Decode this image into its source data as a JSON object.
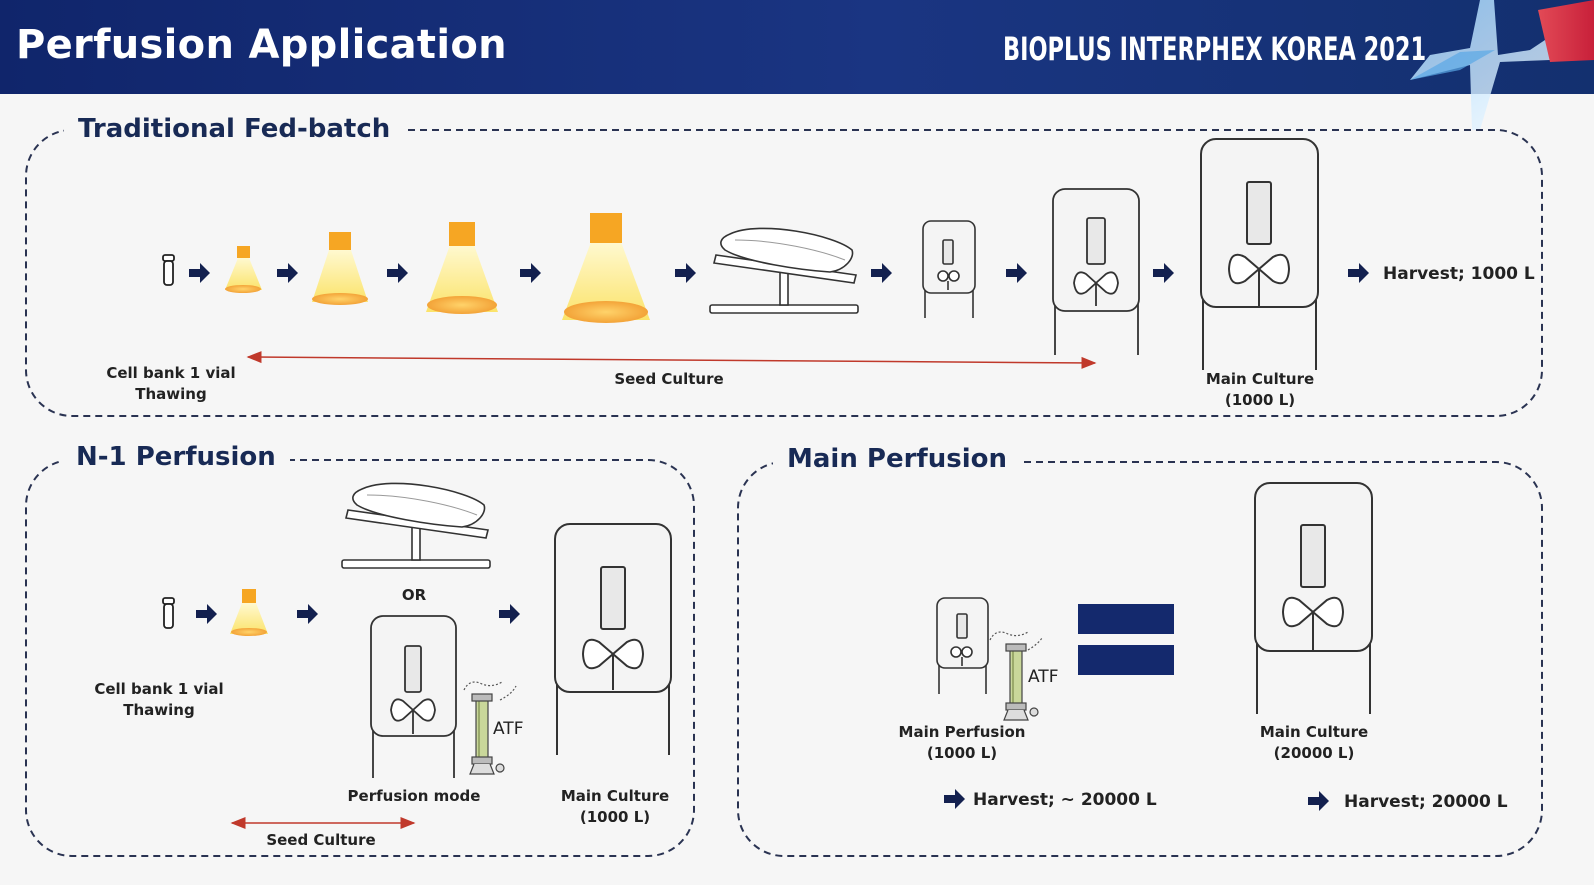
{
  "header": {
    "title": "Perfusion Application",
    "event": "BIOPLUS INTERPHEX KOREA 2021"
  },
  "fed_batch": {
    "title": "Traditional Fed-batch",
    "cell_bank_label": "Cell bank 1 vial\nThawing",
    "seed_culture_label": "Seed Culture",
    "main_culture_label": "Main Culture\n(1000 L)",
    "harvest": "Harvest; 1000 L"
  },
  "n1_perfusion": {
    "title": "N-1 Perfusion",
    "cell_bank_label": "Cell bank 1 vial\nThawing",
    "or_label": "OR",
    "perfusion_mode_label": "Perfusion mode",
    "atf_label": "ATF",
    "main_culture_label": "Main Culture\n(1000 L)",
    "seed_culture_label": "Seed Culture"
  },
  "main_perfusion": {
    "title": "Main Perfusion",
    "atf_label": "ATF",
    "bioreactor_label": "Main Perfusion\n(1000 L)",
    "main_culture_label": "Main Culture\n(20000 L)",
    "harvest_left": "Harvest; ~ 20000 L",
    "harvest_right": "Harvest; 20000 L"
  },
  "colors": {
    "header_bg": "#14296d",
    "arrow": "#13204f",
    "flask_fill": "#f6a623",
    "flask_liquid": "#fde56a",
    "range_arrow": "#c0392b",
    "equals": "#14296d"
  }
}
